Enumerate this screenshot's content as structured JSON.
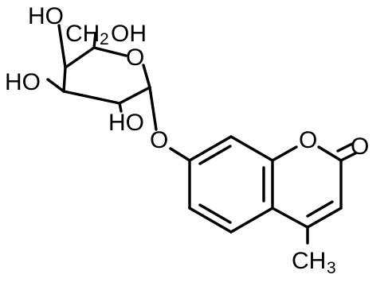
{
  "diagram": {
    "type": "chemical-structure",
    "line_color": "#000000",
    "background": "#ffffff",
    "labels": {
      "ho_top": "HO",
      "ch2_c": "CH",
      "ch2_sub": "2",
      "ch2_oh": "OH",
      "ring_o_sugar": "O",
      "ho_left": "HO",
      "ho_bottom": "HO",
      "o_glyco": "O",
      "o_lactone": "O",
      "o_carbonyl": "O",
      "ch3_c": "CH",
      "ch3_sub": "3"
    }
  }
}
